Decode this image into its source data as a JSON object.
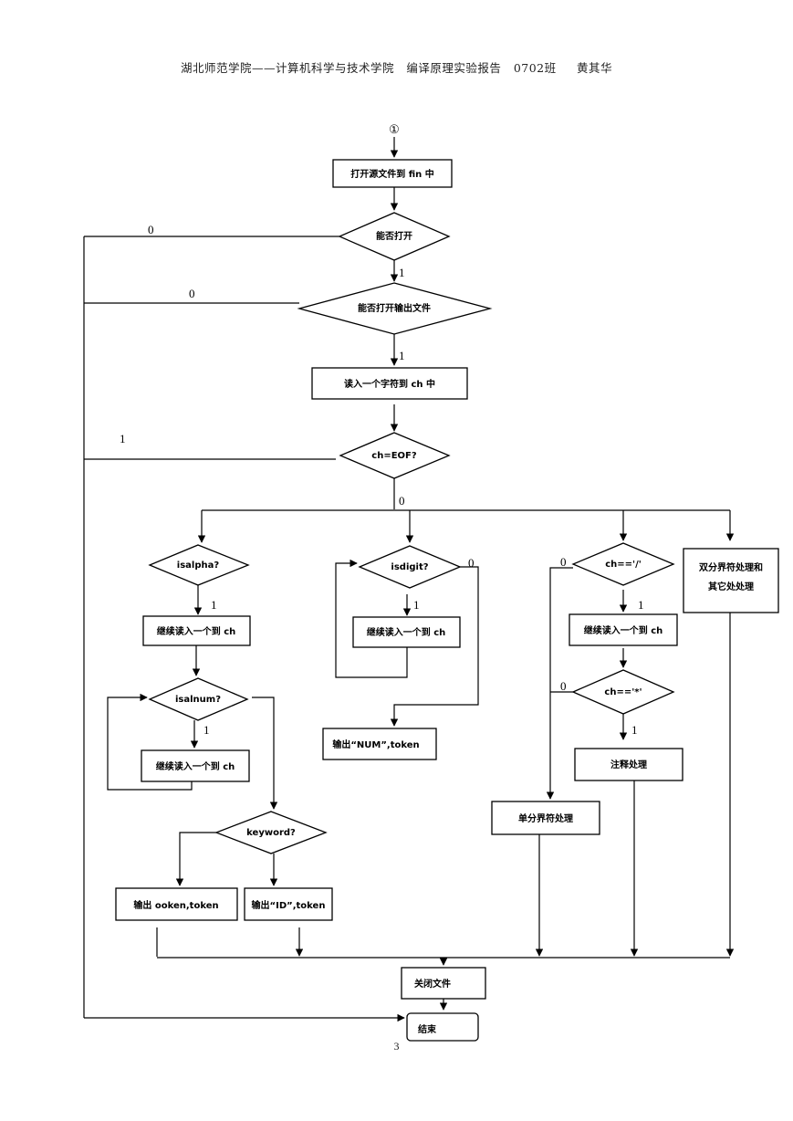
{
  "header": {
    "school": "湖北师范学院——计算机科学与技术学院",
    "report": "编译原理实验报告",
    "class": "0702班",
    "author": "黄其华"
  },
  "page_number": "3",
  "flowchart": {
    "start_marker": "①",
    "open_source": "打开源文件到 fin 中",
    "can_open": "能否打开",
    "can_open_output": "能否打开输出文件",
    "read_char": "读入一个字符到 ch 中",
    "check_eof": "ch=EOF?",
    "isalpha": "isalpha?",
    "read_next_a": "继续读入一个到 ch",
    "isalnum": "isalnum?",
    "read_next_b": "继续读入一个到 ch",
    "keyword": "keyword?",
    "out_keyword": "输出 ooken,token",
    "out_id": "输出“ID”,token",
    "isdigit": "isdigit?",
    "read_next_c": "继续读入一个到 ch",
    "out_num": "输出“NUM”,token",
    "is_slash": "ch=='/'",
    "read_next_d": "继续读入一个到 ch",
    "is_star": "ch=='*'",
    "comment": "注释处理",
    "single_delim": "单分界符处理",
    "double_delim_1": "双分界符处理和",
    "double_delim_2": "其它处处理",
    "close_file": "关闭文件",
    "end": "结束",
    "labels": {
      "zero": "0",
      "one": "1"
    }
  }
}
